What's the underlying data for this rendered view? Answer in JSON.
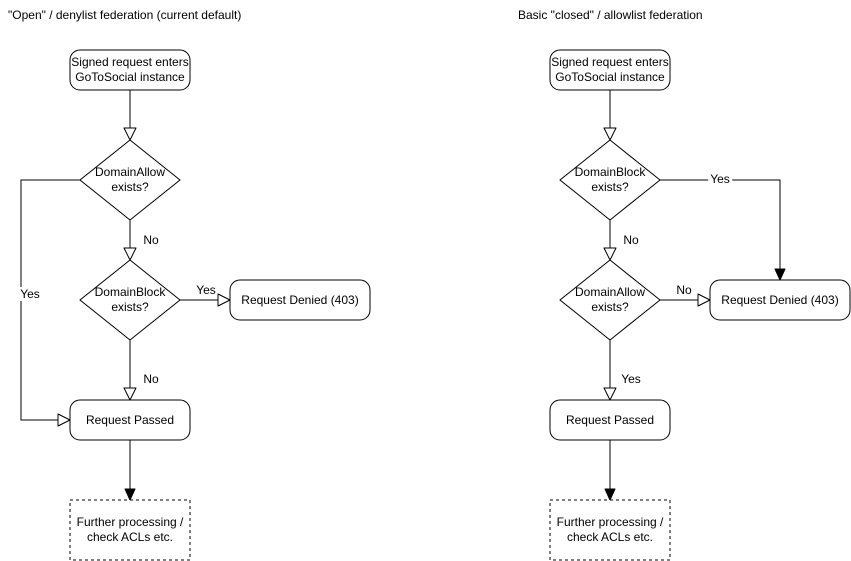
{
  "background": "#ffffff",
  "stroke_color": "#000000",
  "text_color": "#000000",
  "charts": [
    {
      "title": "\"Open\" / denylist federation (current default)",
      "nodes": {
        "start": "Signed request enters\nGoToSocial instance",
        "decision1": "DomainAllow\nexists?",
        "decision2": "DomainBlock\nexists?",
        "denied": "Request Denied (403)",
        "passed": "Request Passed",
        "further": "Further processing /\ncheck ACLs etc."
      },
      "edges": {
        "decision1_yes": "Yes",
        "decision1_no": "No",
        "decision2_yes": "Yes",
        "decision2_no": "No"
      }
    },
    {
      "title": "Basic \"closed\" / allowlist federation",
      "nodes": {
        "start": "Signed request enters\nGoToSocial instance",
        "decision1": "DomainBlock\nexists?",
        "decision2": "DomainAllow\nexists?",
        "denied": "Request Denied (403)",
        "passed": "Request Passed",
        "further": "Further processing /\ncheck ACLs etc."
      },
      "edges": {
        "decision1_yes": "Yes",
        "decision1_no": "No",
        "decision2_no": "No",
        "decision2_yes": "Yes"
      }
    }
  ]
}
